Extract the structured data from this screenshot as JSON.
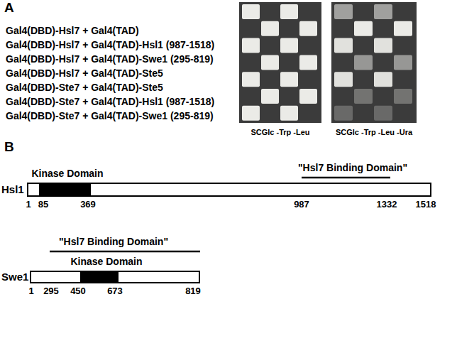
{
  "diagram": {
    "nodes": [
      {
        "text": [
          "Hsl1"
        ]
      },
      {
        "text": [
          "Swe1"
        ]
      }
    ],
    "labels": [
      "A",
      "Gal4(DBD)-Hsl7 + Gal4(TAD)",
      "Gal4(DBD)-Hsl7 + Gal4(TAD)-Hsl1 (987-1518)",
      "Gal4(DBD)-Hsl7 + Gal4(TAD)-Swe1 (295-819)",
      "Gal4(DBD)-Hsl7 + Gal4(TAD)-Ste5",
      "Gal4(DBD)-Ste7 + Gal4(TAD)-Ste5",
      "Gal4(DBD)-Ste7 + Gal4(TAD)-Hsl1 (987-1518)",
      "Gal4(DBD)-Ste7 + Gal4(TAD)-Swe1 (295-819)",
      "SCGlc -Trp -Leu",
      "SCGlc -Trp -Leu -Ura",
      "B",
      "\"Hsl7 Binding Domain\"",
      "Kinase Domain",
      "1",
      "85",
      "369",
      "987",
      "1332",
      "1518",
      "\"Hsl7 Binding Domain\"",
      "Kinase Domain",
      "1",
      "295",
      "450",
      "673",
      "819"
    ]
  }
}
